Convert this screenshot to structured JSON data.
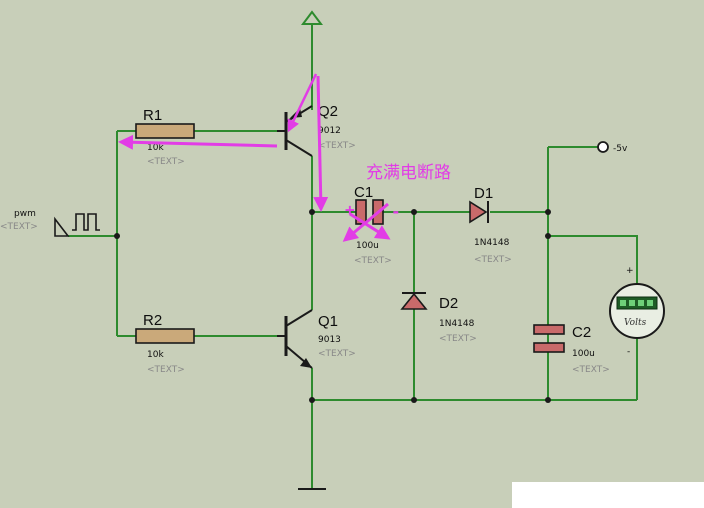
{
  "components": {
    "r1": {
      "ref": "R1",
      "value": "10k",
      "text": "<TEXT>"
    },
    "r2": {
      "ref": "R2",
      "value": "10k",
      "text": "<TEXT>"
    },
    "q1": {
      "ref": "Q1",
      "value": "9013",
      "text": "<TEXT>"
    },
    "q2": {
      "ref": "Q2",
      "value": "9012",
      "text": "<TEXT>"
    },
    "c1": {
      "ref": "C1",
      "value": "100u",
      "text": "<TEXT>"
    },
    "c2": {
      "ref": "C2",
      "value": "100u",
      "text": "<TEXT>"
    },
    "d1": {
      "ref": "D1",
      "value": "1N4148",
      "text": "<TEXT>"
    },
    "d2": {
      "ref": "D2",
      "value": "1N4148",
      "text": "<TEXT>"
    }
  },
  "source": {
    "label": "pwm",
    "text": "<TEXT>"
  },
  "output": {
    "label": "-5v"
  },
  "voltmeter": {
    "label": "Volts",
    "plus": "+",
    "minus": "-"
  },
  "annotation": {
    "text": "充满电断路",
    "plus": "+",
    "minus": "-"
  },
  "colors": {
    "wire": "#2e8b2e",
    "component": "#1a1a1a",
    "annotation": "#e23ce6",
    "background": "#c8cfb9"
  }
}
